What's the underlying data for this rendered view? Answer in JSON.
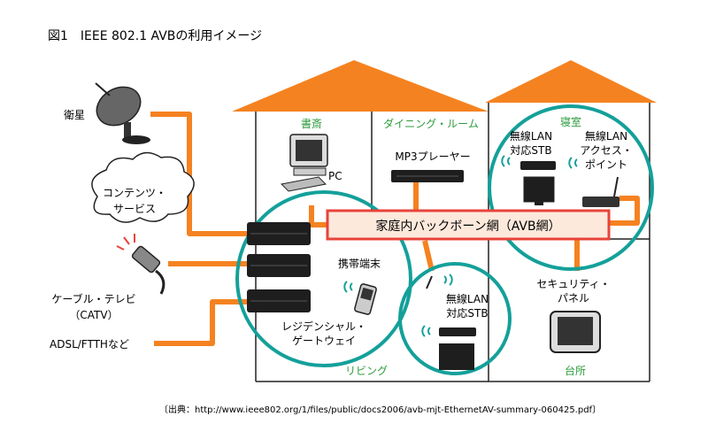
{
  "figure": {
    "title": "図1　IEEE 802.1 AVBの利用イメージ",
    "source": "〔出典：http://www.ieee802.org/1/files/public/docs2006/avb-mjt-EthernetAV-summary-060425.pdf〕"
  },
  "external": {
    "satellite": "衛星",
    "content_service": [
      "コンテンツ・",
      "サービス"
    ],
    "catv": [
      "ケーブル・テレビ",
      "（CATV）"
    ],
    "adsl": "ADSL/FTTHなど"
  },
  "rooms": {
    "study": "書斎",
    "dining": "ダイニング・ルーム",
    "bedroom": "寝室",
    "living": "リビング",
    "kitchen": "台所"
  },
  "devices": {
    "pc": "PC",
    "mp3": "MP3プレーヤー",
    "wlan_stb_bed": [
      "無線LAN",
      "対応STB"
    ],
    "wlan_ap": [
      "無線LAN",
      "アクセス・",
      "ポイント"
    ],
    "mobile": "携帯端末",
    "wlan_stb_living": [
      "無線LAN",
      "対応STB"
    ],
    "security_panel": [
      "セキュリティ・",
      "パネル"
    ],
    "residential_gateway": [
      "レジデンシャル・",
      "ゲートウェイ"
    ]
  },
  "backbone": "家庭内バックボーン網（AVB網）",
  "colors": {
    "roof": "#f58220",
    "cable": "#f58220",
    "circle": "#14a09a",
    "room_label": "#2e9b3c",
    "backbone_fill": "#fde9dc",
    "backbone_border": "#e8433a",
    "wall": "#222222"
  }
}
